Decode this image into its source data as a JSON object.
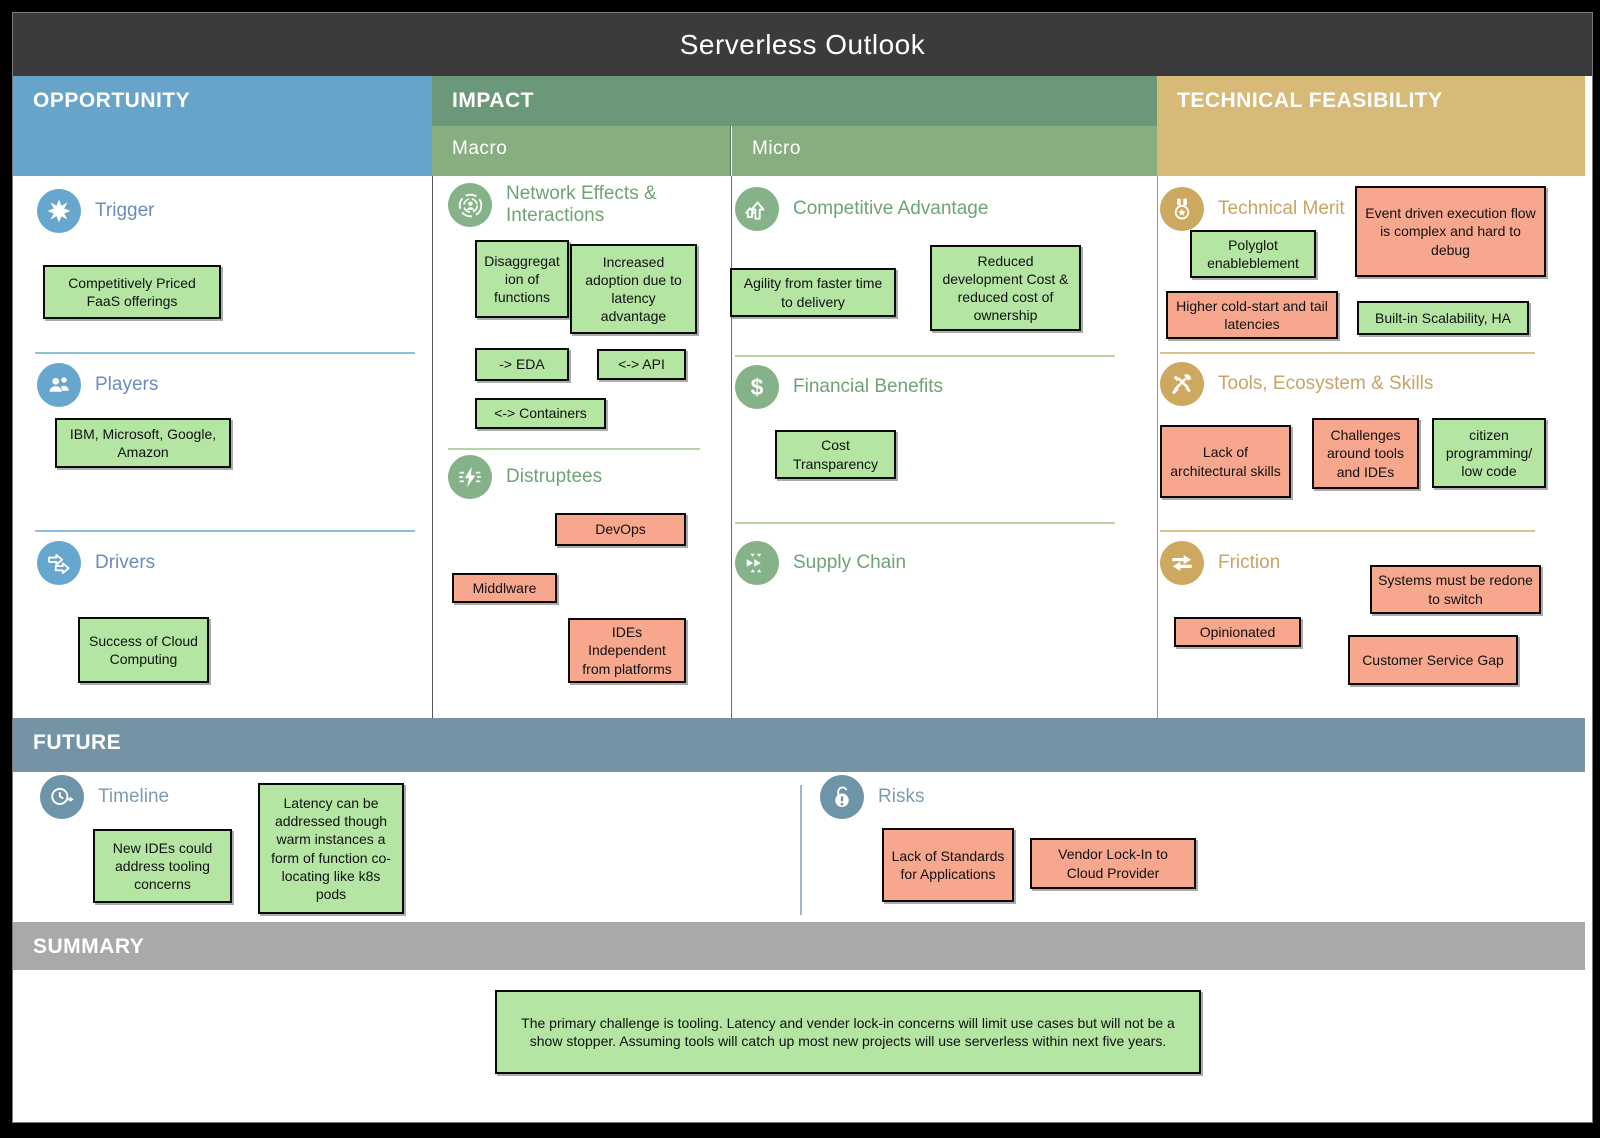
{
  "title": "Serverless Outlook",
  "colors": {
    "title_bar": "#3b3b3e",
    "opportunity_band": "#68a3c9",
    "impact_band": "#6b9878",
    "impact_subband": "#87ad80",
    "technical_band": "#d8ba78",
    "future_band": "#7494a6",
    "summary_band": "#a9a9ab",
    "note_green": "#b4e5a2",
    "note_salmon": "#f7a78e"
  },
  "opportunity": {
    "label": "OPPORTUNITY",
    "groups": [
      {
        "label": "Trigger",
        "icon": "starburst-icon",
        "notes": [
          {
            "text": "Competitively Priced FaaS offerings",
            "color": "green"
          }
        ]
      },
      {
        "label": "Players",
        "icon": "people-icon",
        "notes": [
          {
            "text": "IBM, Microsoft, Google, Amazon",
            "color": "green"
          }
        ]
      },
      {
        "label": "Drivers",
        "icon": "forward-arrows-icon",
        "notes": [
          {
            "text": "Success of Cloud Computing",
            "color": "green"
          }
        ]
      }
    ]
  },
  "impact": {
    "label": "IMPACT",
    "macro": {
      "label": "Macro",
      "groups": [
        {
          "label": "Network Effects & Interactions",
          "icon": "network-icon",
          "notes": [
            {
              "text": "Disaggregation of functions",
              "color": "green"
            },
            {
              "text": "Increased adoption due to latency advantage",
              "color": "green"
            },
            {
              "text": "-> EDA",
              "color": "green"
            },
            {
              "text": "<-> API",
              "color": "green"
            },
            {
              "text": "<-> Containers",
              "color": "green"
            }
          ]
        },
        {
          "label": "Distruptees",
          "icon": "disruption-icon",
          "notes": [
            {
              "text": "DevOps",
              "color": "salmon"
            },
            {
              "text": "Middlware",
              "color": "salmon"
            },
            {
              "text": "IDEs Independent from platforms",
              "color": "salmon"
            }
          ]
        }
      ]
    },
    "micro": {
      "label": "Micro",
      "groups": [
        {
          "label": "Competitive Advantage",
          "icon": "growth-arrows-icon",
          "notes": [
            {
              "text": "Agility from faster time to delivery",
              "color": "green"
            },
            {
              "text": "Reduced development Cost & reduced cost of ownership",
              "color": "green"
            }
          ]
        },
        {
          "label": "Financial Benefits",
          "icon": "dollar-icon",
          "notes": [
            {
              "text": "Cost Transparency",
              "color": "green"
            }
          ]
        },
        {
          "label": "Supply Chain",
          "icon": "supply-chain-icon",
          "notes": []
        }
      ]
    }
  },
  "technical": {
    "label": "TECHNICAL FEASIBILITY",
    "groups": [
      {
        "label": "Technical Merit",
        "icon": "medal-icon",
        "notes": [
          {
            "text": "Polyglot enableblement",
            "color": "green"
          },
          {
            "text": "Event driven execution flow is complex and hard to debug",
            "color": "salmon"
          },
          {
            "text": "Higher cold-start and tail latencies",
            "color": "salmon"
          },
          {
            "text": "Built-in Scalability, HA",
            "color": "green"
          }
        ]
      },
      {
        "label": "Tools, Ecosystem & Skills",
        "icon": "tools-icon",
        "notes": [
          {
            "text": "Lack of architectural skills",
            "color": "salmon"
          },
          {
            "text": "Challenges around tools and IDEs",
            "color": "salmon"
          },
          {
            "text": "citizen programming/ low code",
            "color": "green"
          }
        ]
      },
      {
        "label": "Friction",
        "icon": "friction-arrows-icon",
        "notes": [
          {
            "text": "Systems must be redone to switch",
            "color": "salmon"
          },
          {
            "text": "Opinionated",
            "color": "salmon"
          },
          {
            "text": "Customer Service Gap",
            "color": "salmon"
          }
        ]
      }
    ]
  },
  "future": {
    "label": "FUTURE",
    "groups": [
      {
        "label": "Timeline",
        "icon": "clock-arrow-icon",
        "notes": [
          {
            "text": "New IDEs could address tooling concerns",
            "color": "green"
          },
          {
            "text": "Latency can be addressed though warm instances a form of function co-locating like k8s pods",
            "color": "green"
          }
        ]
      },
      {
        "label": "Risks",
        "icon": "unlock-alert-icon",
        "notes": [
          {
            "text": "Lack of Standards for Applications",
            "color": "salmon"
          },
          {
            "text": "Vendor Lock-In to Cloud Provider",
            "color": "salmon"
          }
        ]
      }
    ]
  },
  "summary": {
    "label": "SUMMARY",
    "notes": [
      {
        "text": "The primary challenge is tooling. Latency and vender lock-in concerns will limit use cases but will not be a show stopper. Assuming tools will catch up most new projects will use serverless within next five years.",
        "color": "green"
      }
    ]
  }
}
